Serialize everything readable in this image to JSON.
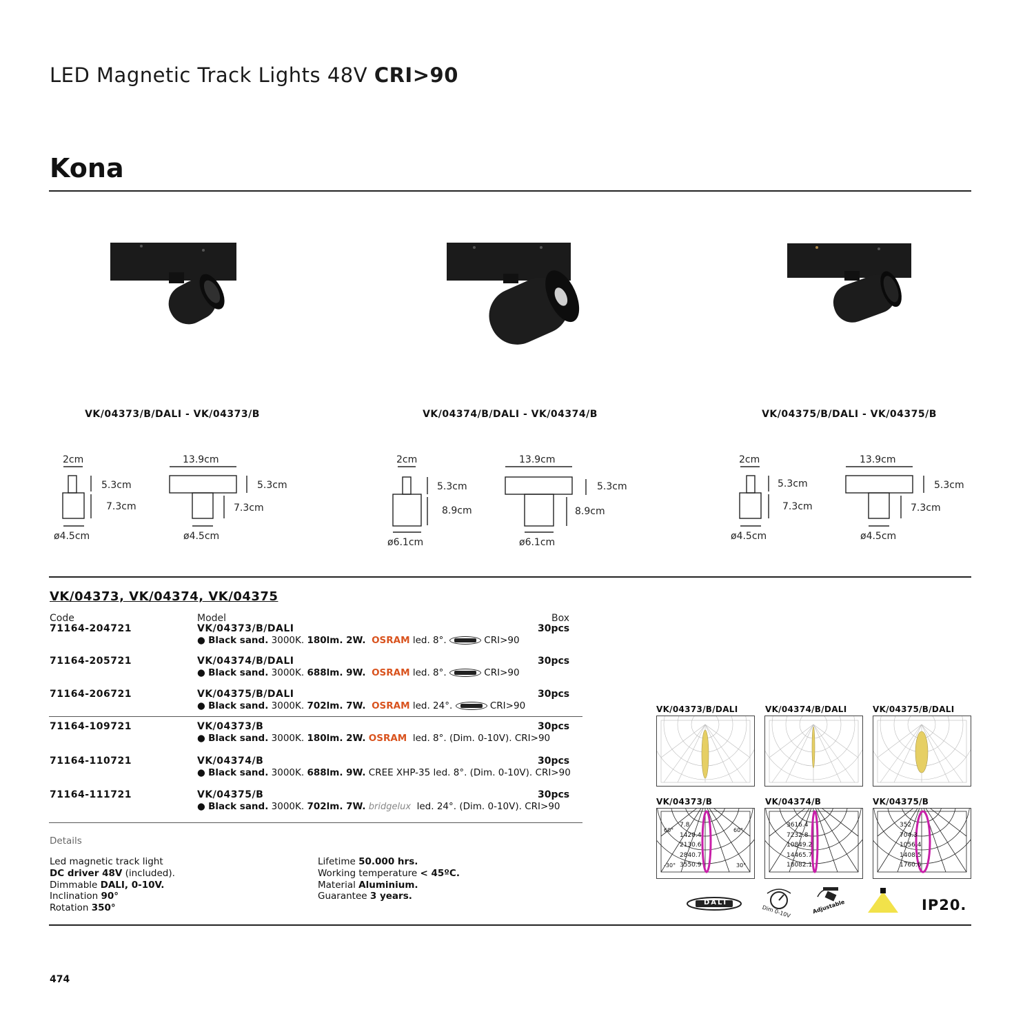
{
  "header": {
    "title_main": "LED Magnetic Track Lights 48V",
    "title_bold": "CRI>90"
  },
  "family": "Kona",
  "products": [
    {
      "label": "VK/04373/B/DALI - VK/04373/B",
      "dims": {
        "width": "2cm",
        "length": "13.9cm",
        "h1": "5.3cm",
        "h2": "7.3cm",
        "h1b": "5.3cm",
        "h2b": "7.3cm",
        "dia_a": "ø4.5cm",
        "dia_b": "ø4.5cm"
      }
    },
    {
      "label": "VK/04374/B/DALI - VK/04374/B",
      "dims": {
        "width": "2cm",
        "length": "13.9cm",
        "h1": "5.3cm",
        "h2": "8.9cm",
        "h1b": "5.3cm",
        "h2b": "8.9cm",
        "dia_a": "ø6.1cm",
        "dia_b": "ø6.1cm"
      }
    },
    {
      "label": "VK/04375/B/DALI - VK/04375/B",
      "dims": {
        "width": "2cm",
        "length": "13.9cm",
        "h1": "5.3cm",
        "h2": "7.3cm",
        "h1b": "5.3cm",
        "h2b": "7.3cm",
        "dia_a": "ø4.5cm",
        "dia_b": "ø4.5cm"
      }
    }
  ],
  "table": {
    "section_title": "VK/04373, VK/04374, VK/04375",
    "headers": {
      "code": "Code",
      "model": "Model",
      "box": "Box"
    },
    "rows": [
      {
        "code": "71164-204721",
        "model": "VK/04373/B/DALI",
        "box": "30pcs",
        "desc_lead": "Black sand.",
        "desc_spec": "3000K.",
        "desc_power": "180lm. 2W.",
        "brand": "OSRAM",
        "desc_tail": "led. 8°.",
        "tail2": "CRI>90"
      },
      {
        "code": "71164-205721",
        "model": "VK/04374/B/DALI",
        "box": "30pcs",
        "desc_lead": "Black sand.",
        "desc_spec": "3000K.",
        "desc_power": "688lm. 9W.",
        "brand": "OSRAM",
        "desc_tail": "led. 8°.",
        "tail2": "CRI>90"
      },
      {
        "code": "71164-206721",
        "model": "VK/04375/B/DALI",
        "box": "30pcs",
        "desc_lead": "Black sand.",
        "desc_spec": "3000K.",
        "desc_power": "702lm. 7W.",
        "brand": "OSRAM",
        "desc_tail": "led. 24°.",
        "tail2": "CRI>90"
      },
      {
        "code": "71164-109721",
        "model": "VK/04373/B",
        "box": "30pcs",
        "desc_lead": "Black sand.",
        "desc_spec": "3000K.",
        "desc_power": "180lm. 2W.",
        "brand": "OSRAM",
        "desc_tail": "led. 8°. (Dim. 0-10V). CRI>90"
      },
      {
        "code": "71164-110721",
        "model": "VK/04374/B",
        "box": "30pcs",
        "desc_lead": "Black sand.",
        "desc_spec": "3000K.",
        "desc_power": "688lm. 9W.",
        "brand_plain": "CREE XHP-35",
        "desc_tail": "led. 8°. (Dim. 0-10V). CRI>90"
      },
      {
        "code": "71164-111721",
        "model": "VK/04375/B",
        "box": "30pcs",
        "desc_lead": "Black sand.",
        "desc_spec": "3000K.",
        "desc_power": "702lm. 7W.",
        "brand_logo": "bridgelux",
        "desc_tail": "led. 24°. (Dim. 0-10V). CRI>90"
      }
    ]
  },
  "details": {
    "label": "Details",
    "left": [
      {
        "plain": "Led magnetic track light",
        "bold": ""
      },
      {
        "plain": "",
        "bold": "DC driver 48V",
        "tail": " (included)."
      },
      {
        "plain": "Dimmable ",
        "bold": "DALI, 0-10V."
      },
      {
        "plain": "Inclination ",
        "bold": "90°"
      },
      {
        "plain": "Rotation ",
        "bold": "350°"
      }
    ],
    "right": [
      {
        "plain": "Lifetime ",
        "bold": "50.000 hrs."
      },
      {
        "plain": "Working temperature ",
        "bold": "< 45ºC."
      },
      {
        "plain": "Material ",
        "bold": "Aluminium."
      },
      {
        "plain": "Guarantee ",
        "bold": "3 years."
      }
    ]
  },
  "photometry": {
    "top_labels": [
      "VK/04373/B/DALI",
      "VK/04374/B/DALI",
      "VK/04375/B/DALI"
    ],
    "bottom_labels": [
      "VK/04373/B",
      "VK/04374/B",
      "VK/04375/B"
    ],
    "polar_values": [
      [
        "7.8",
        "1420.4",
        "2130.6",
        "2840.7",
        "3550.9"
      ],
      [
        "3616.4",
        "7232.8",
        "10849.2",
        "14465.7",
        "18082.1"
      ],
      [
        "352",
        "704.3",
        "1056.4",
        "1408.5",
        "1760.6"
      ]
    ],
    "angle_labels": [
      "60°",
      "60°",
      "-30°",
      "30°"
    ]
  },
  "features": {
    "icons": [
      "dali-icon",
      "dim-0-10v-icon",
      "adjustable-icon",
      "beam-icon"
    ],
    "dim_label": "Dim 0-10V",
    "adjustable_label": "Adjustable",
    "dali_text": "DALI",
    "ip": "IP20."
  },
  "page_number": "474",
  "colors": {
    "brand_osram": "#d9531e",
    "beam_yellow": "#e6cf64",
    "beam_magenta": "#c81fa8"
  }
}
